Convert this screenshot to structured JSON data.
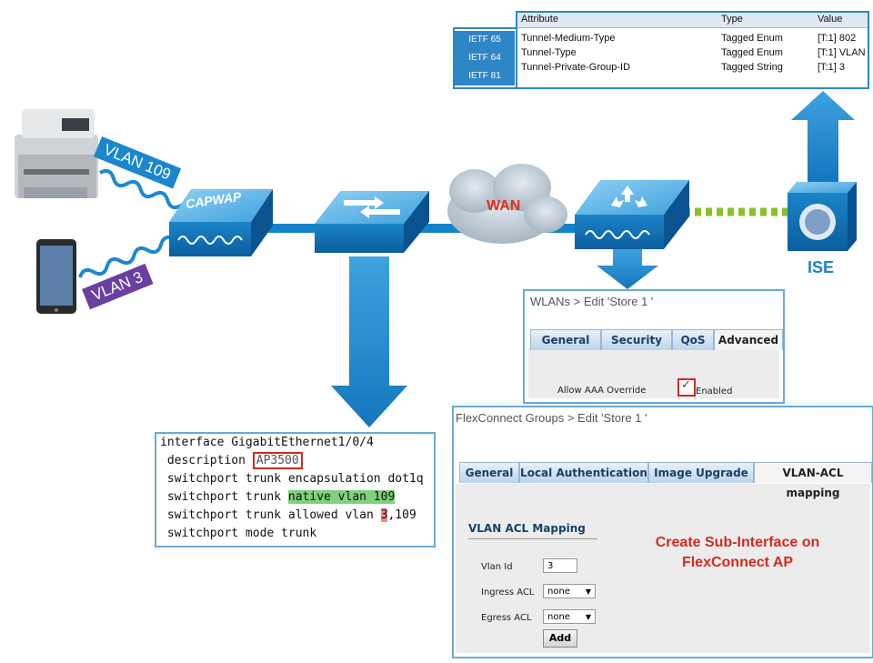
{
  "ise_attributes": {
    "headers": [
      "Attribute",
      "Type",
      "Value"
    ],
    "ietf_ids": [
      "IETF 65",
      "IETF 64",
      "IETF 81"
    ],
    "rows": [
      [
        "Tunnel-Medium-Type",
        "Tagged Enum",
        "[T:1] 802"
      ],
      [
        "Tunnel-Type",
        "Tagged Enum",
        "[T:1] VLAN"
      ],
      [
        "Tunnel-Private-Group-ID",
        "Tagged String",
        "[T:1] 3"
      ]
    ]
  },
  "labels": {
    "vlan_109": "VLAN 109",
    "vlan_3": "VLAN 3",
    "capwap": "CAPWAP",
    "wan": "WAN",
    "ise": "ISE"
  },
  "wlan_panel": {
    "title": "WLANs > Edit  'Store 1 '",
    "tabs": [
      "General",
      "Security",
      "QoS",
      "Advanced"
    ],
    "field_label": "Allow AAA Override",
    "checkbox_label": "Enabled"
  },
  "flex_panel": {
    "title": "FlexConnect Groups > Edit  'Store 1 '",
    "tabs": [
      "General",
      "Local Authentication",
      "Image Upgrade",
      "VLAN-ACL mapping"
    ],
    "section_title": "VLAN ACL Mapping",
    "vlan_id_label": "Vlan Id",
    "vlan_id_value": "3",
    "ingress_label": "Ingress ACL",
    "ingress_value": "none",
    "egress_label": "Egress ACL",
    "egress_value": "none",
    "add_button": "Add",
    "callout_line1": "Create Sub-Interface on",
    "callout_line2": "FlexConnect AP"
  },
  "switch_config": {
    "line1": "interface GigabitEthernet1/0/4",
    "line2_prefix": " description ",
    "description": "AP3500",
    "line3": " switchport trunk encapsulation dot1q",
    "line4_prefix": " switchport trunk ",
    "native": "native vlan 109",
    "line5_prefix": " switchport trunk allowed vlan ",
    "allowed_first": "3",
    "allowed_rest": ",109",
    "line6": " switchport mode trunk"
  },
  "colors": {
    "brand_blue": "#1a86cc",
    "vlan109_bg": "#1a86cc",
    "vlan3_bg": "#6a3fa0",
    "callout_red": "#d42a1f",
    "native_green": "#7ed27e",
    "allowed_red": "#ef8b8b"
  }
}
